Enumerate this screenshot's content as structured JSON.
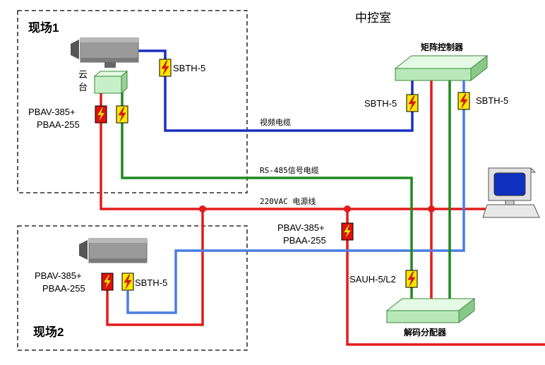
{
  "zones": {
    "site1_label": "现场1",
    "site2_label": "现场2",
    "control_room_label": "中控室"
  },
  "devices": {
    "ptz_label_top": "云",
    "ptz_label_bottom": "台",
    "matrix_controller": "矩阵控制器",
    "decoder_distributor": "解码分配器"
  },
  "protectors": {
    "sbth_site1": "SBTH-5",
    "pbav_site1_line1": "PBAV-385+",
    "pbav_site1_line2": "PBAA-255",
    "sbth_control_left": "SBTH-5",
    "sbth_control_right": "SBTH-5",
    "pbav_mid_line1": "PBAV-385+",
    "pbav_mid_line2": "PBAA-255",
    "sauh": "SAUH-5/L2",
    "pbav_site2_line1": "PBAV-385+",
    "pbav_site2_line2": "PBAA-255",
    "sbth_site2": "SBTH-5"
  },
  "cables": {
    "video": "视频电缆",
    "rs485": "RS-485信号电缆",
    "power": "220VAC 电源线"
  },
  "colors": {
    "power_line": "#e31b1b",
    "video_line_dark": "#1a2fc0",
    "video_line_light": "#4a7de0",
    "signal_line": "#1e8a1e",
    "device_green": "#c8f0c8",
    "camera_gray": "#a0a0a0",
    "protector_fill": "#ffe600",
    "protector_fill_red": "#e01010",
    "monitor_screen": "#1030c0"
  },
  "icons": {
    "protector": "lightning-bolt-icon",
    "camera": "camera-icon",
    "monitor": "monitor-icon"
  }
}
